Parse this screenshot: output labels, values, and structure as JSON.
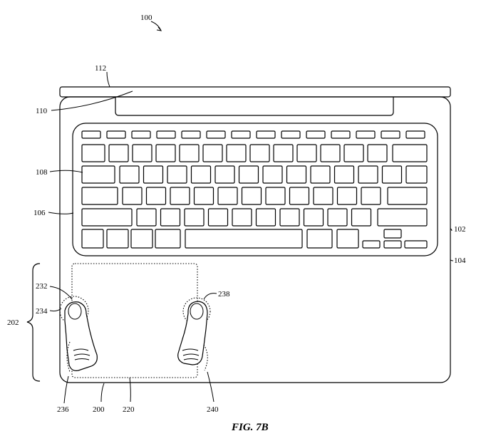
{
  "figure": {
    "caption": "FIG. 7B",
    "labels": {
      "device": "100",
      "base": "102",
      "housing": "104",
      "keyboard": "106",
      "key": "108",
      "hinge": "110",
      "display": "112",
      "trackpad": "200",
      "region": "202",
      "touch_area": "220",
      "finger_left_contact": "232",
      "finger_left": "234",
      "finger_left_tip": "236",
      "finger_right_contact": "238",
      "finger_right_tip": "240"
    }
  }
}
